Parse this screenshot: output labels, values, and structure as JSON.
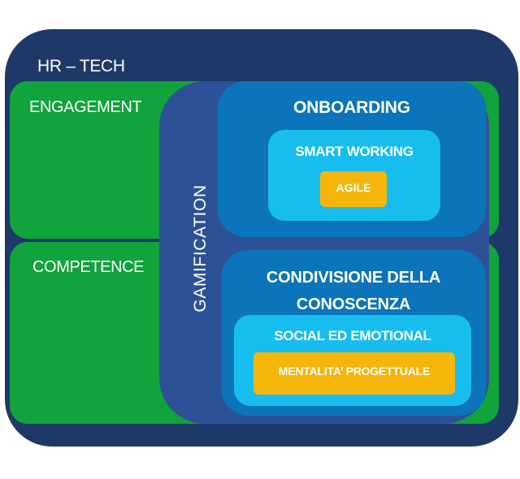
{
  "diagram": {
    "outer": {
      "label": "HR – TECH"
    },
    "engagement": {
      "label": "ENGAGEMENT"
    },
    "competence": {
      "label": "COMPETENCE"
    },
    "gamification": {
      "label": "GAMIFICATION"
    },
    "onboarding": {
      "label": "ONBOARDING",
      "inner": {
        "label": "SMART WORKING",
        "inner": {
          "label": "AGILE"
        }
      }
    },
    "condivisione": {
      "label_line1": "CONDIVISIONE DELLA",
      "label_line2": "CONOSCENZA",
      "inner": {
        "label": "SOCIAL ED EMOTIONAL",
        "inner": {
          "label": "MENTALITA’ PROGETTUALE"
        }
      }
    }
  },
  "colors": {
    "navy": "#1e3868",
    "green": "#11a33c",
    "mid_blue": "#2d5196",
    "blue": "#0b74bb",
    "cyan": "#18bdf0",
    "orange": "#f5b50a",
    "text": "#ffffff"
  }
}
